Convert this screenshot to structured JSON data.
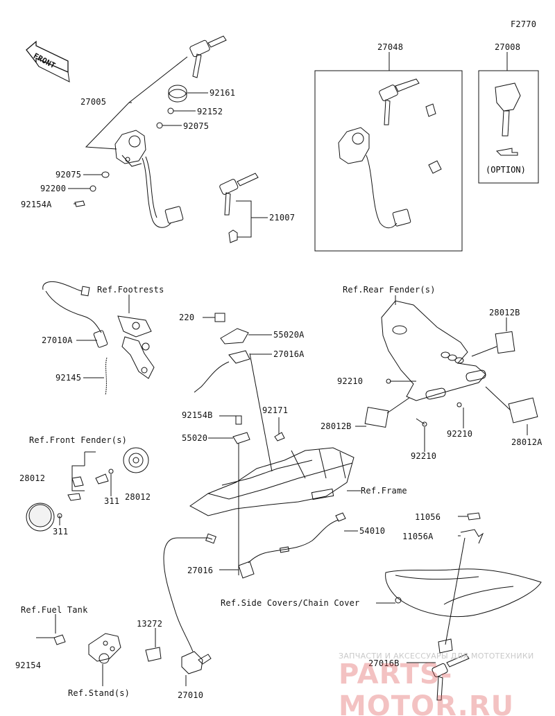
{
  "diagram": {
    "code": "F2770",
    "front_label": "FRONT",
    "option_text": "(OPTION)",
    "labels": {
      "p27048": "27048",
      "p27008": "27008",
      "p27005": "27005",
      "p92161": "92161",
      "p92152": "92152",
      "p92075a": "92075",
      "p92075b": "92075",
      "p92200": "92200",
      "p92154A": "92154A",
      "p21007": "21007",
      "ref_footrests": "Ref.Footrests",
      "p27010A": "27010A",
      "p92145": "92145",
      "p220": "220",
      "p55020A": "55020A",
      "p27016A": "27016A",
      "ref_rear_fender": "Ref.Rear Fender(s)",
      "p28012B_top": "28012B",
      "p92210_a": "92210",
      "p28012B_left": "28012B",
      "p92210_b": "92210",
      "p92210_c": "92210",
      "p28012A": "28012A",
      "p92154B": "92154B",
      "p92171": "92171",
      "p55020": "55020",
      "ref_front_fender": "Ref.Front Fender(s)",
      "p28012_left": "28012",
      "p311_a": "311",
      "p28012_right": "28012",
      "p311_b": "311",
      "ref_frame": "Ref.Frame",
      "p11056": "11056",
      "p11056A": "11056A",
      "p54010": "54010",
      "p27016": "27016",
      "ref_side_covers": "Ref.Side Covers/Chain Cover",
      "ref_fuel_tank": "Ref.Fuel Tank",
      "p13272": "13272",
      "p92154": "92154",
      "p27016B": "27016B",
      "ref_stand": "Ref.Stand(s)",
      "p27010": "27010"
    }
  },
  "watermark": {
    "line1": "ЗАПЧАСТИ И АКСЕССУАРЫ ДЛЯ МОТОТЕХНИКИ",
    "line2": "PARTS-MOTOR.RU"
  }
}
